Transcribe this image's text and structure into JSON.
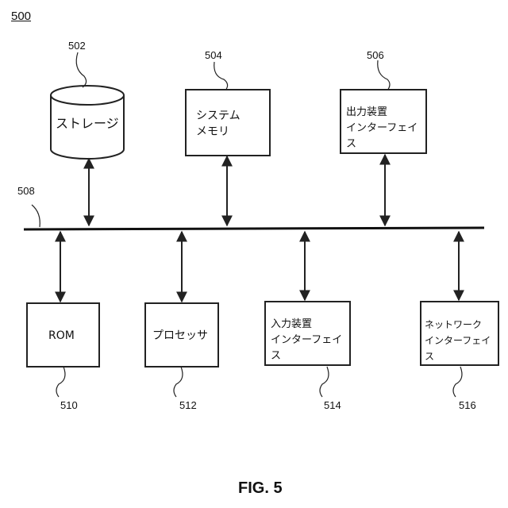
{
  "figure": {
    "number": "500",
    "caption": "FIG. 5"
  },
  "bus": {
    "ref": "508"
  },
  "top_nodes": [
    {
      "ref": "502",
      "label": "ストレージ"
    },
    {
      "ref": "504",
      "label": "システム\nメモリ"
    },
    {
      "ref": "506",
      "label": "出力装置\nインターフェイス"
    }
  ],
  "bottom_nodes": [
    {
      "ref": "510",
      "label": "ROM"
    },
    {
      "ref": "512",
      "label": "プロセッサ"
    },
    {
      "ref": "514",
      "label": "入力装置\nインターフェイス"
    },
    {
      "ref": "516",
      "label": "ネットワーク\nインターフェイス"
    }
  ]
}
